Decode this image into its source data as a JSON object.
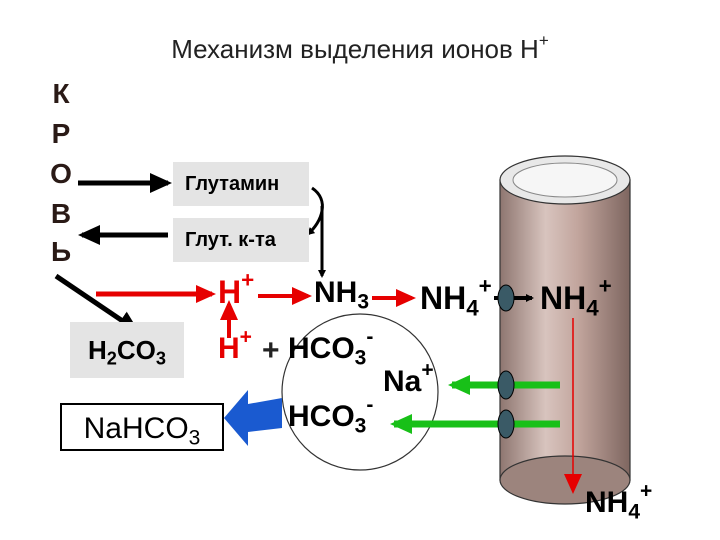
{
  "title": {
    "text": "Механизм выделения ионов Н",
    "sup": "+"
  },
  "blood_letters": [
    "К",
    "Р",
    "О",
    "В",
    "Ь"
  ],
  "labels": {
    "glutamine": "Глутамин",
    "glut_acid": "Глут. к-та",
    "h2co3": {
      "a": "H",
      "b": "2",
      "c": "CO",
      "d": "3"
    },
    "nahco3": {
      "a": "NaHCO",
      "b": "3"
    },
    "h_plus_top": {
      "a": "H",
      "b": "+"
    },
    "nh3": {
      "a": "NH",
      "b": "3"
    },
    "nh4_a": {
      "a": "NH",
      "b": "4",
      "c": "+"
    },
    "nh4_b": {
      "a": "NH",
      "b": "4",
      "c": "+"
    },
    "nh4_c": {
      "a": "NH",
      "b": "4",
      "c": "+"
    },
    "h_plus_mid": {
      "a": "H",
      "b": "+"
    },
    "plus_sign": "+",
    "hco3_top": {
      "a": "HCO",
      "b": "3",
      "c": "-"
    },
    "na_plus": {
      "a": "Na",
      "b": "+"
    },
    "hco3_bot": {
      "a": "HCO",
      "b": "3",
      "c": "-"
    }
  },
  "colors": {
    "red_arrow": "#e60000",
    "green_arrow": "#18c018",
    "blue_arrow": "#1a5ad0",
    "tube_fill": "#c8aca4",
    "tube_top": "#e8e8e8"
  }
}
